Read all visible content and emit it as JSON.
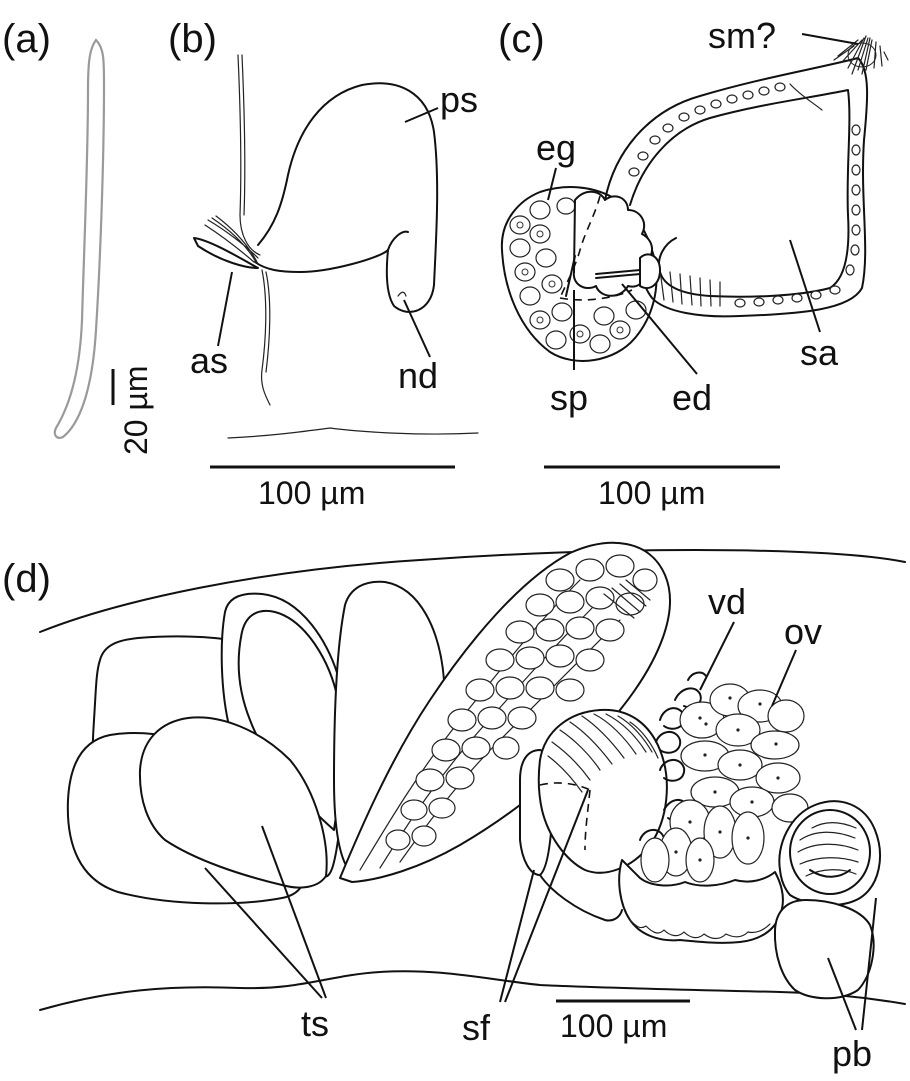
{
  "panels": {
    "a": {
      "label": "(a)",
      "scale_bar": "20 µm"
    },
    "b": {
      "label": "(b)",
      "labels": {
        "ps": "ps",
        "as": "as",
        "nd": "nd"
      },
      "scale_bar": "100 µm"
    },
    "c": {
      "label": "(c)",
      "labels": {
        "sm": "sm?",
        "eg": "eg",
        "sa": "sa",
        "sp": "sp",
        "ed": "ed"
      },
      "scale_bar": "100 µm"
    },
    "d": {
      "label": "(d)",
      "labels": {
        "vd": "vd",
        "ov": "ov",
        "ts": "ts",
        "sf": "sf",
        "pb": "pb"
      },
      "scale_bar": "100 µm"
    }
  },
  "colors": {
    "line": "#111111",
    "outline_a": "#9a9a9a",
    "background": "#ffffff"
  }
}
